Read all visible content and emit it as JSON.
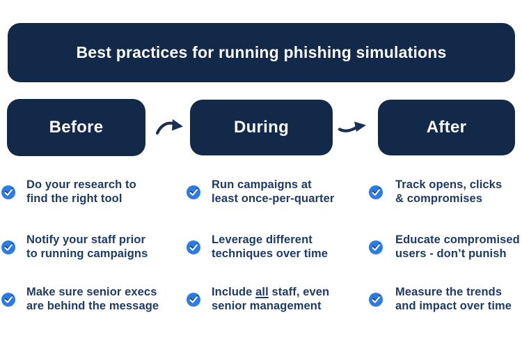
{
  "title": "Best practices for running phishing simulations",
  "stages": [
    {
      "label": "Before"
    },
    {
      "label": "During"
    },
    {
      "label": "After"
    }
  ],
  "columns": [
    {
      "stage": "Before",
      "items": [
        {
          "text": "Do your research to\nfind the right tool"
        },
        {
          "text": "Notify your staff prior\nto running campaigns"
        },
        {
          "text": "Make sure senior execs\nare behind the message"
        }
      ]
    },
    {
      "stage": "During",
      "items": [
        {
          "text": "Run campaigns at\nleast once-per-quarter"
        },
        {
          "text": "Leverage different\ntechniques over time"
        },
        {
          "prefix": "Include ",
          "underlined": "all",
          "suffix": " staff, even\nsenior management"
        }
      ]
    },
    {
      "stage": "After",
      "items": [
        {
          "text": "Track opens, clicks\n& compromises"
        },
        {
          "text": "Educate compromised\nusers - don’t punish"
        },
        {
          "text": "Measure the trends\nand impact over time"
        }
      ]
    }
  ],
  "icons": {
    "bullet": "check-icon",
    "connector": "curved-arrow-icon"
  },
  "colors": {
    "navy_box": "#12294a",
    "text_navy": "#1e3a66",
    "check_blue": "#2b7ce5",
    "title_text": "#fbfcfe",
    "background": "#ffffff"
  }
}
